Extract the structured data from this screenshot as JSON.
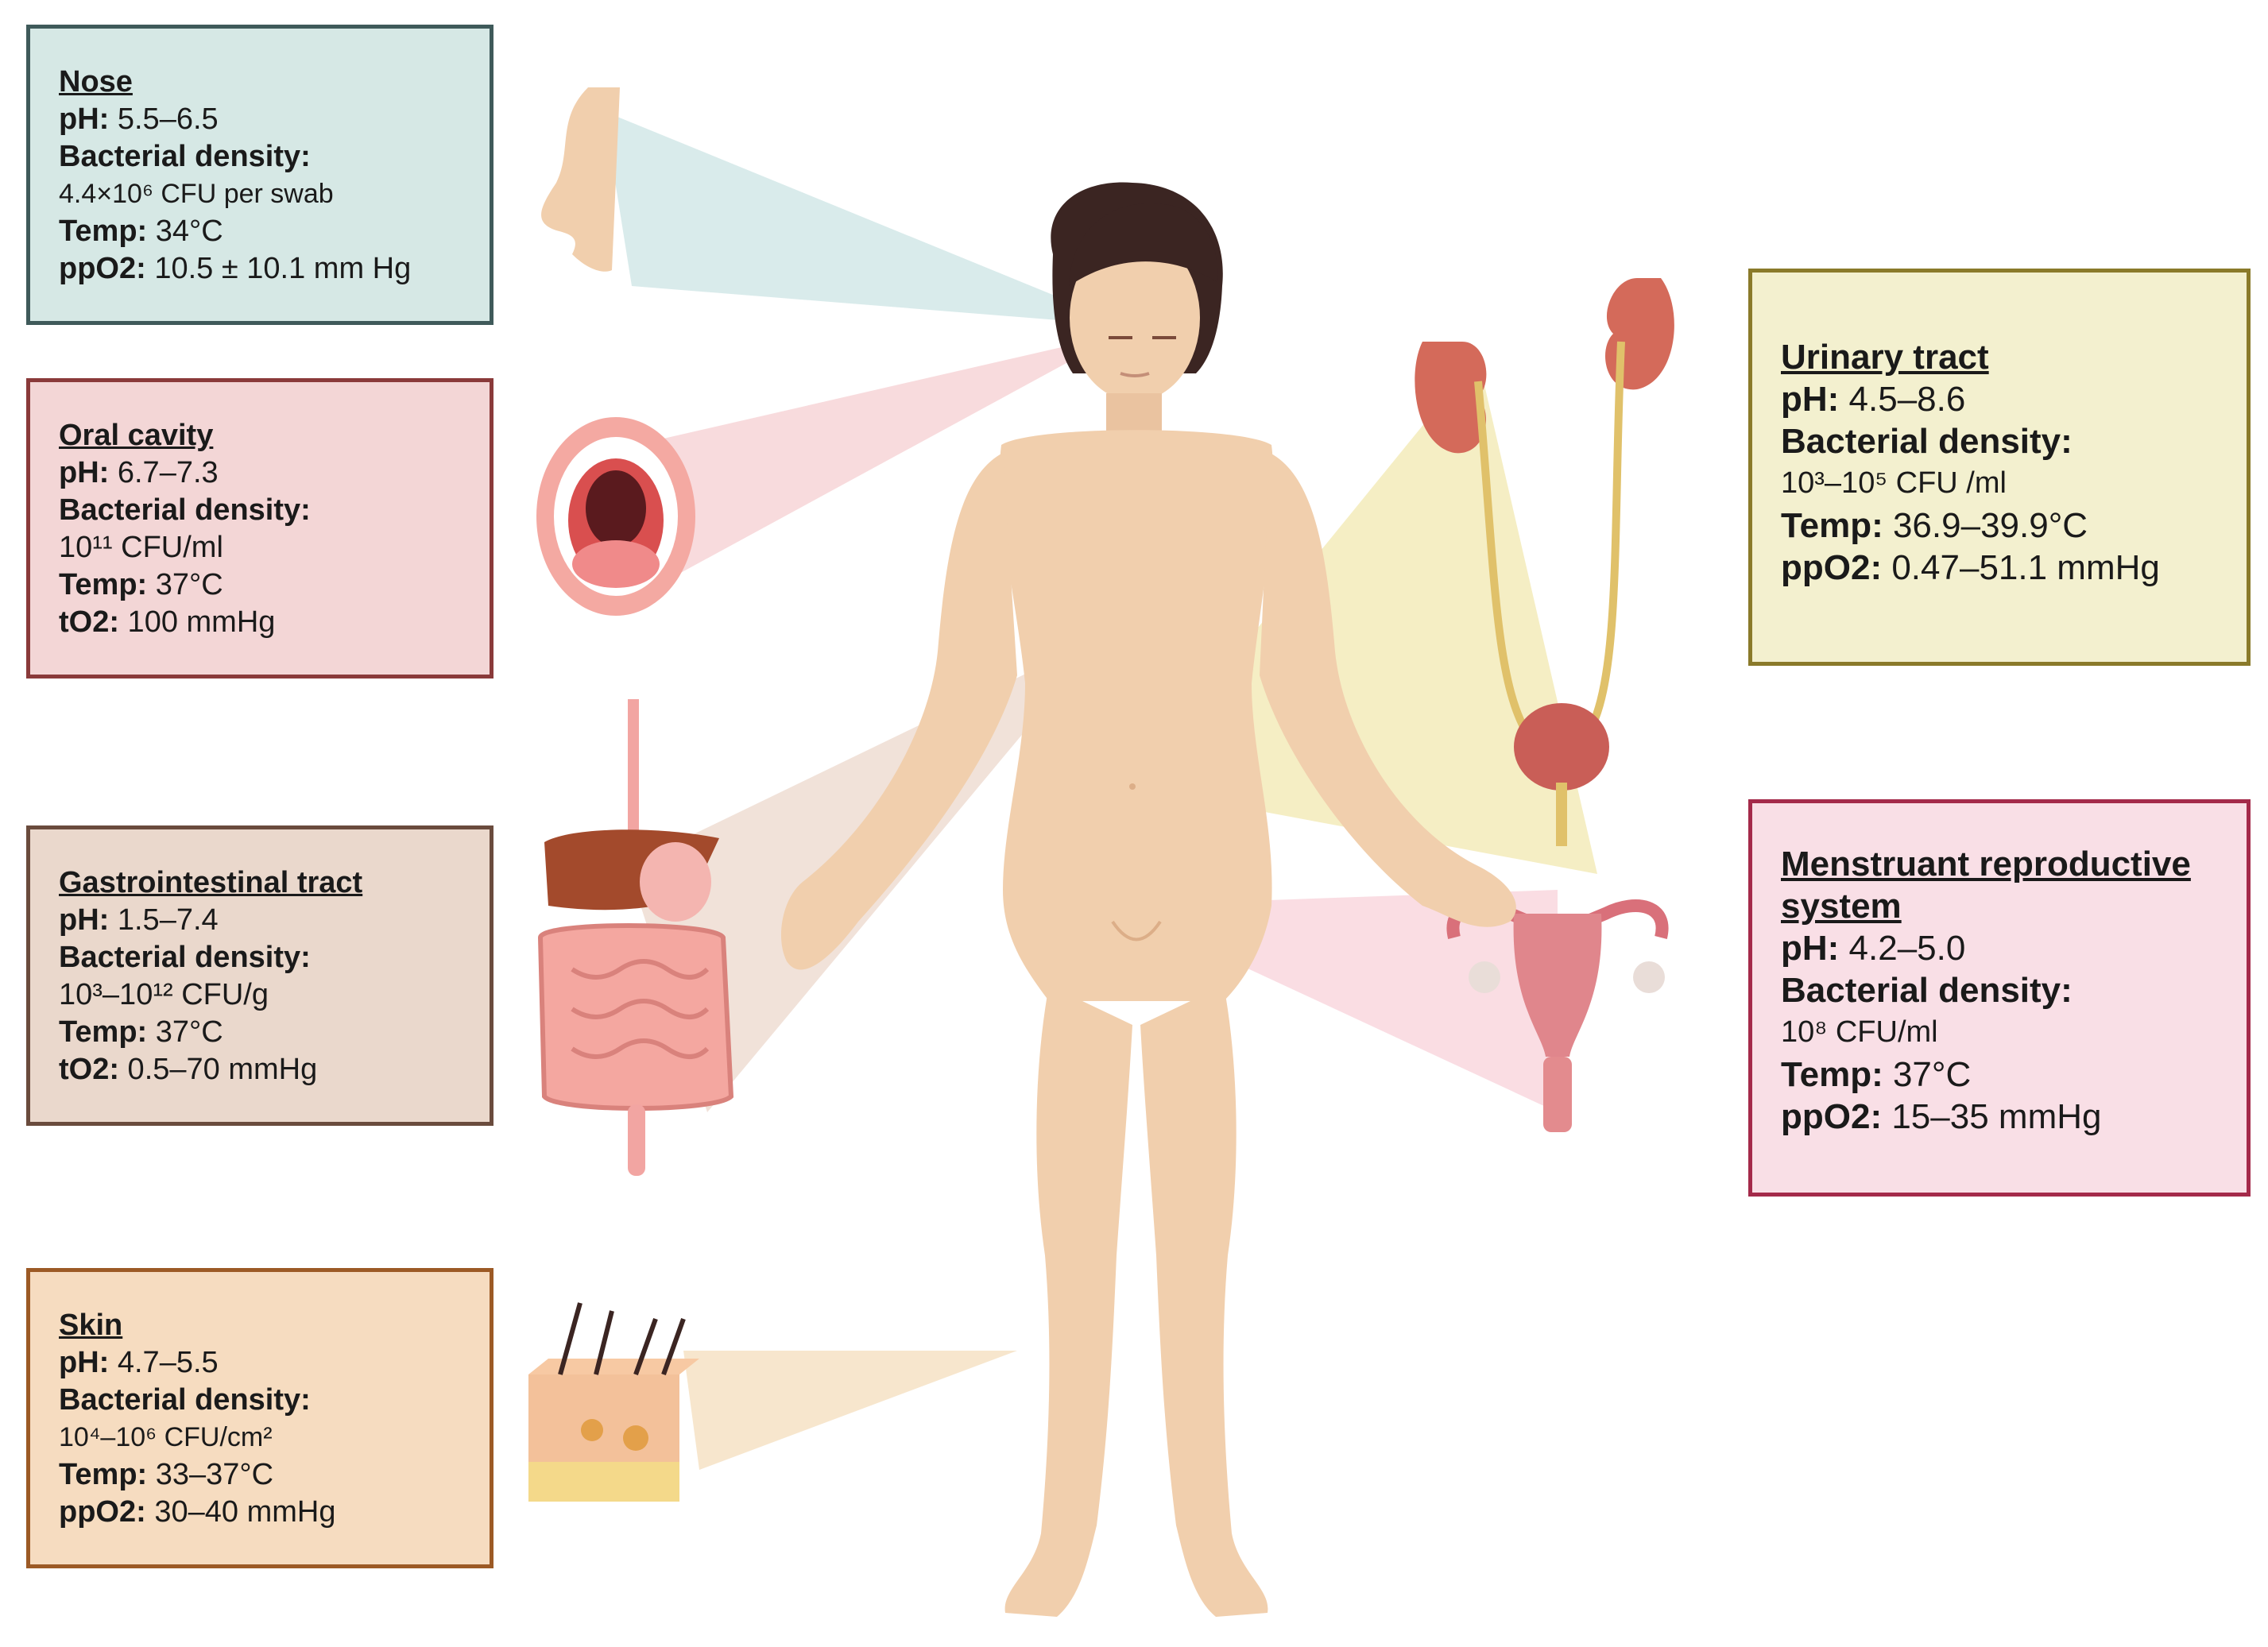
{
  "colors": {
    "nose_bg": "#d6e8e5",
    "oral_bg": "#f3d6d6",
    "gi_bg": "#ead8cc",
    "skin_bg": "#f6dcc0",
    "urinary_bg": "#f3f0cf",
    "reproductive_bg": "#f9dfe6",
    "body_skin": "#f1cfad",
    "hair": "#3b2522"
  },
  "boxes": {
    "nose": {
      "title": "Nose",
      "lines": [
        {
          "label": "pH:",
          "value": " 5.5–6.5"
        },
        {
          "label": "Bacterial density:",
          "value": ""
        },
        {
          "label": "",
          "value": "4.4×10⁶ CFU per swab"
        },
        {
          "label": "Temp:",
          "value": " 34°C"
        },
        {
          "label": "ppO2:",
          "value": " 10.5 ± 10.1 mm Hg"
        }
      ]
    },
    "oral": {
      "title": "Oral cavity",
      "lines": [
        {
          "label": "pH:",
          "value": " 6.7–7.3"
        },
        {
          "label": "Bacterial density:",
          "value": ""
        },
        {
          "label": "",
          "value": "10¹¹ CFU/ml"
        },
        {
          "label": "Temp:",
          "value": " 37°C"
        },
        {
          "label": "tO2:",
          "value": " 100 mmHg"
        }
      ]
    },
    "gi": {
      "title": "Gastrointestinal tract",
      "lines": [
        {
          "label": "pH:",
          "value": " 1.5–7.4"
        },
        {
          "label": "Bacterial density:",
          "value": ""
        },
        {
          "label": "",
          "value": "10³–10¹² CFU/g"
        },
        {
          "label": "Temp:",
          "value": " 37°C"
        },
        {
          "label": "tO2:",
          "value": " 0.5–70 mmHg"
        }
      ]
    },
    "skin": {
      "title": "Skin",
      "lines": [
        {
          "label": "pH:",
          "value": " 4.7–5.5"
        },
        {
          "label": "Bacterial density:",
          "value": ""
        },
        {
          "label": "",
          "value": "10⁴–10⁶ CFU/cm²"
        },
        {
          "label": "Temp:",
          "value": " 33–37°C"
        },
        {
          "label": "ppO2:",
          "value": " 30–40 mmHg"
        }
      ]
    },
    "urinary": {
      "title": "Urinary tract",
      "lines": [
        {
          "label": "pH:",
          "value": " 4.5–8.6"
        },
        {
          "label": "Bacterial density:",
          "value": ""
        },
        {
          "label": "",
          "value": "10³–10⁵ CFU /ml"
        },
        {
          "label": "Temp:",
          "value": " 36.9–39.9°C"
        },
        {
          "label": "ppO2:",
          "value": " 0.47–51.1 mmHg"
        }
      ]
    },
    "reproductive": {
      "title": "Menstruant reproductive system",
      "lines": [
        {
          "label": "pH:",
          "value": " 4.2–5.0"
        },
        {
          "label": "Bacterial density:",
          "value": ""
        },
        {
          "label": "",
          "value": "10⁸ CFU/ml"
        },
        {
          "label": "Temp:",
          "value": " 37°C"
        },
        {
          "label": "ppO2:",
          "value": " 15–35 mmHg"
        }
      ]
    }
  }
}
